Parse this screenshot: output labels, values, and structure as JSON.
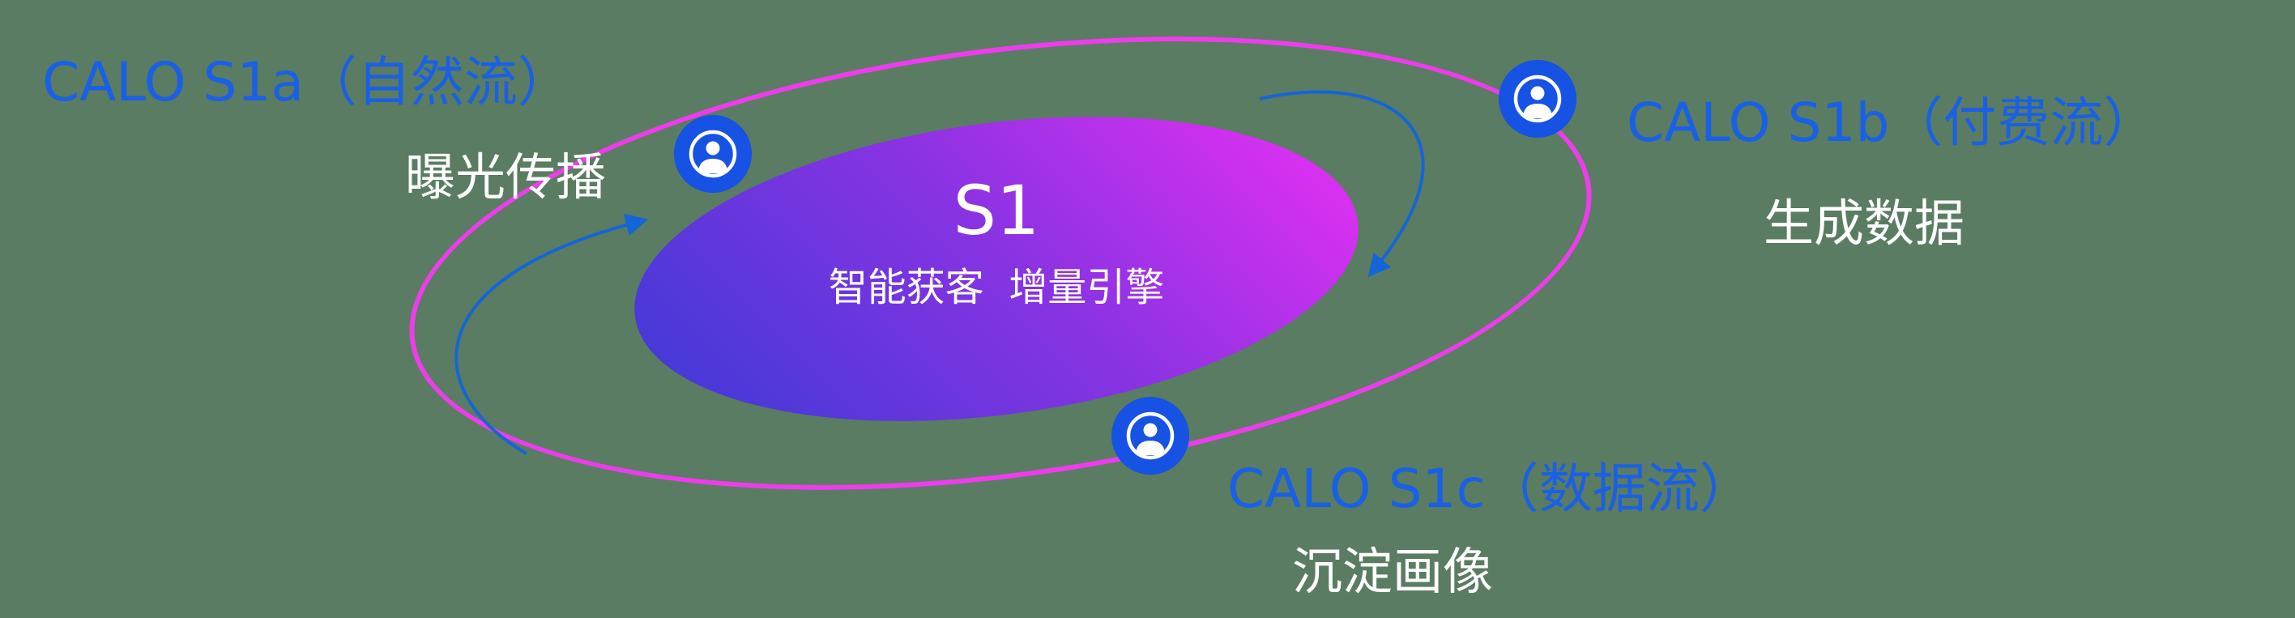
{
  "background_color": "#5a7c62",
  "colors": {
    "ring": "#ee3ced",
    "core_gradient_start": "#3d3ad6",
    "core_gradient_end": "#d630f0",
    "node_fill": "#1652e3",
    "title_blue": "#1a60e6",
    "text_white": "#ffffff",
    "arrow_blue": "#1565d8"
  },
  "center": {
    "title": "S1",
    "subtitle": "智能获客  增量引擎"
  },
  "nodes": [
    {
      "id": "s1a",
      "title": "CALO S1a（自然流）",
      "subtitle": "曝光传播",
      "icon": "user-avatar-icon"
    },
    {
      "id": "s1b",
      "title": "CALO S1b（付费流）",
      "subtitle": "生成数据",
      "icon": "user-avatar-icon"
    },
    {
      "id": "s1c",
      "title": "CALO S1c（数据流）",
      "subtitle": "沉淀画像",
      "icon": "user-avatar-icon"
    }
  ],
  "arrows": [
    {
      "id": "left-arrow",
      "direction": "curves up toward S1a node"
    },
    {
      "id": "right-arrow",
      "direction": "curves down toward core from S1b side"
    }
  ]
}
